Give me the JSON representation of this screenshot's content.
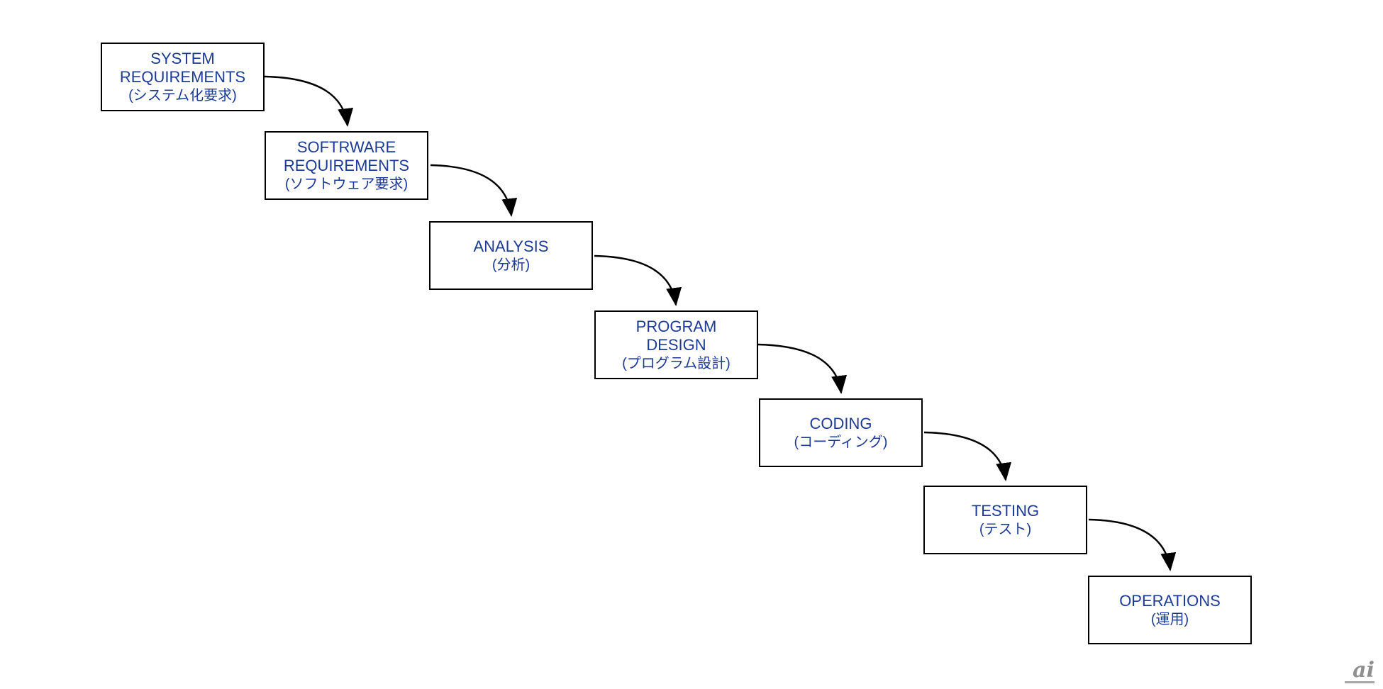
{
  "diagram": {
    "boxes": [
      {
        "en": "SYSTEM\nREQUIREMENTS",
        "ja": "(システム化要求)"
      },
      {
        "en": "SOFTRWARE\nREQUIREMENTS",
        "ja": "(ソフトウェア要求)"
      },
      {
        "en": "ANALYSIS",
        "ja": "(分析)"
      },
      {
        "en": "PROGRAM\nDESIGN",
        "ja": "(プログラム設計)"
      },
      {
        "en": "CODING",
        "ja": "(コーディング)"
      },
      {
        "en": "TESTING",
        "ja": "(テスト)"
      },
      {
        "en": "OPERATIONS",
        "ja": "(運用)"
      }
    ],
    "colors": {
      "box_text": "#1c3b94",
      "box_border": "#000000",
      "arrow": "#000000",
      "background": "#ffffff",
      "watermark": "#8f8f8f"
    }
  },
  "watermark": {
    "text": "ai"
  }
}
